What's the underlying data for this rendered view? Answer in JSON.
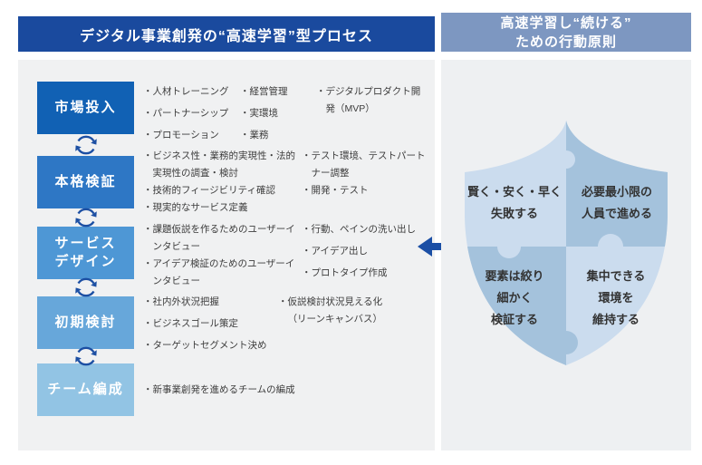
{
  "colors": {
    "left_header_bg": "#1a4a9e",
    "right_header_bg": "#7d97c1",
    "panel_bg_left": "#f0f1f2",
    "panel_bg_right": "#eef0f2",
    "stage_colors": [
      "#1161b4",
      "#2e77c5",
      "#4e97d5",
      "#67a7da",
      "#92c4e4"
    ],
    "cycle_icon": "#1c4fa3",
    "arrow": "#1b4fa5",
    "shield_light": "#cbdcee",
    "shield_medium": "#a4c2dc",
    "text": "#3d3d3d"
  },
  "icons": {
    "cycle": "cycle-arrows-icon",
    "arrow": "left-arrow-icon",
    "shield": "shield-puzzle-graphic"
  },
  "left_panel": {
    "header": "デジタル事業創発の“高速学習”型プロセス",
    "stages": [
      {
        "label": "市場投入",
        "columns": [
          {
            "items": [
              "・人材トレーニング",
              "・パートナーシップ",
              "・プロモーション"
            ]
          },
          {
            "items": [
              "・経営管理",
              "・実環境",
              "・業務"
            ]
          },
          {
            "items": [
              "・デジタルプロダクト開発（MVP）"
            ]
          }
        ]
      },
      {
        "label": "本格検証",
        "columns": [
          {
            "items": [
              "・ビジネス性・業務的実現性・法的実現性の調査・検討",
              "・技術的フィージビリティ確認",
              "・現実的なサービス定義"
            ]
          },
          {
            "items": [
              "・テスト環境、テストパートナー調整",
              "・開発・テスト"
            ]
          }
        ]
      },
      {
        "label": "サービス\nデザイン",
        "columns": [
          {
            "items": [
              "・課題仮説を作るためのユーザーインタビュー",
              "・アイデア検証のためのユーザーインタビュー"
            ]
          },
          {
            "items": [
              "・行動、ペインの洗い出し",
              "・アイデア出し",
              "・プロトタイプ作成"
            ]
          }
        ]
      },
      {
        "label": "初期検討",
        "columns": [
          {
            "items": [
              "・社内外状況把握",
              "・ビジネスゴール策定",
              "・ターゲットセグメント決め"
            ]
          },
          {
            "items": [
              "・仮説検討状況見える化（リーンキャンバス）"
            ]
          }
        ]
      },
      {
        "label": "チーム編成",
        "columns": [
          {
            "items": [
              "・新事業創発を進めるチームの編成"
            ]
          }
        ]
      }
    ]
  },
  "right_panel": {
    "header": "高速学習し“続ける”\nための行動原則",
    "principles": {
      "top_left": "賢く・安く・早く\n失敗する",
      "top_right": "必要最小限の\n人員で進める",
      "bottom_left": "要素は絞り\n細かく\n検証する",
      "bottom_right": "集中できる\n環境を\n維持する"
    }
  }
}
